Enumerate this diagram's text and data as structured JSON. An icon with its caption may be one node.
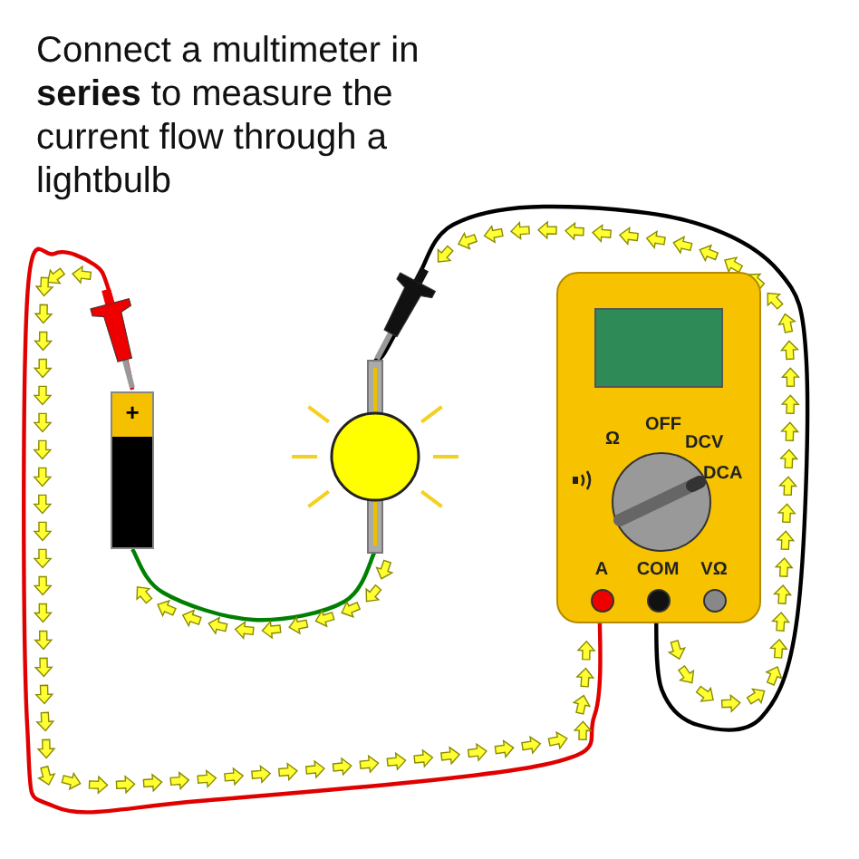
{
  "diagram": {
    "title": "Connect a multimeter in **series** to measure the current flow through a lightbulb",
    "nodes": [
      {
        "text": [
          "+"
        ]
      },
      {
        "text": [],
        "shape": "picture"
      },
      {
        "text": [],
        "shape": "picture"
      },
      {
        "text": [
          "A"
        ],
        "in": 2
      },
      {
        "text": [
          "COM"
        ],
        "in": 2
      },
      {
        "text": [
          "VΩ"
        ],
        "in": 2
      }
    ],
    "edges": [
      {
        "from": 0,
        "to": 3,
        "arrow": "none",
        "color": "#e00000"
      },
      {
        "from": 4,
        "to": 1,
        "arrow": "none",
        "color": "#000000"
      },
      {
        "from": 1,
        "to": 0,
        "arrow": "none",
        "color": "#008000"
      }
    ],
    "labels": [
      "Ω",
      "OFF",
      "DCV",
      "DCA"
    ]
  }
}
